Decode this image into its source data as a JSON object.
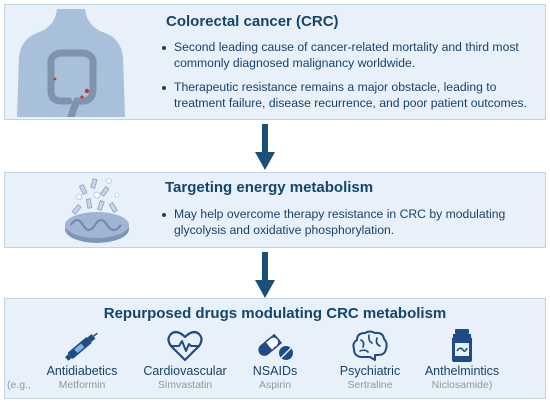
{
  "crc": {
    "title": "Colorectal cancer (CRC)",
    "bullets": [
      "Second leading cause of cancer-related mortality and third most commonly diagnosed malignancy worldwide.",
      "Therapeutic resistance remains a major obstacle, leading to treatment failure, disease recurrence, and poor patient outcomes."
    ]
  },
  "energy": {
    "title": "Targeting energy metabolism",
    "bullets": [
      "May help overcome therapy resistance in CRC by modulating glycolysis and oxidative phosphorylation."
    ]
  },
  "drugs": {
    "title": "Repurposed drugs modulating CRC metabolism",
    "example_prefix": "(e.g.,",
    "items": [
      {
        "class": "Antidiabetics",
        "example": "Metformin",
        "icon": "pen-injector-icon"
      },
      {
        "class": "Cardiovascular",
        "example": "Simvastatin",
        "icon": "heart-pulse-icon"
      },
      {
        "class": "NSAIDs",
        "example": "Aspirin",
        "icon": "pills-icon"
      },
      {
        "class": "Psychiatric",
        "example": "Sertraline",
        "icon": "brain-icon"
      },
      {
        "class": "Anthelmintics",
        "example": "Niclosamide)",
        "icon": "medicine-bottle-icon"
      }
    ]
  },
  "colors": {
    "panel_bg": "#e8f0f9",
    "accent": "#12466f",
    "arrow": "#1a4f7a",
    "icon": "#1f4b86"
  }
}
